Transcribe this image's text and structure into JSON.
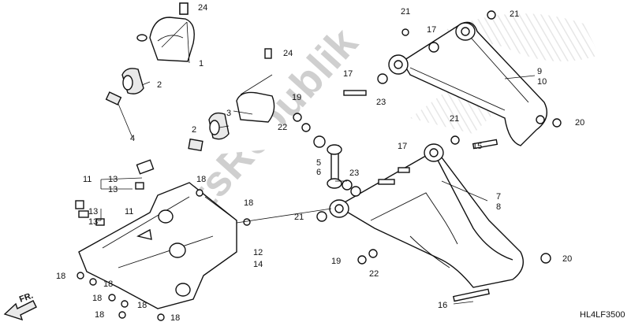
{
  "diagram_code": "HL4LF3500",
  "watermark": "PartsRepublik",
  "front_indicator": "FR.",
  "callouts": {
    "c1": "1",
    "c2a": "2",
    "c2b": "2",
    "c3": "3",
    "c4": "4",
    "c5": "5",
    "c6": "6",
    "c7": "7",
    "c8": "8",
    "c9": "9",
    "c10": "10",
    "c11a": "11",
    "c11b": "11",
    "c12": "12",
    "c13a": "13",
    "c13b": "13",
    "c13c": "13",
    "c13d": "13",
    "c14": "14",
    "c15": "15",
    "c16": "16",
    "c17a": "17",
    "c17b": "17",
    "c17c": "17",
    "c18a": "18",
    "c18b": "18",
    "c18c": "18",
    "c18d": "18",
    "c18e": "18",
    "c18f": "18",
    "c18g": "18",
    "c18h": "18",
    "c19a": "19",
    "c19b": "19",
    "c20a": "20",
    "c20b": "20",
    "c21a": "21",
    "c21b": "21",
    "c21c": "21",
    "c21d": "21",
    "c22a": "22",
    "c22b": "22",
    "c23a": "23",
    "c23b": "23",
    "c24a": "24",
    "c24b": "24"
  }
}
